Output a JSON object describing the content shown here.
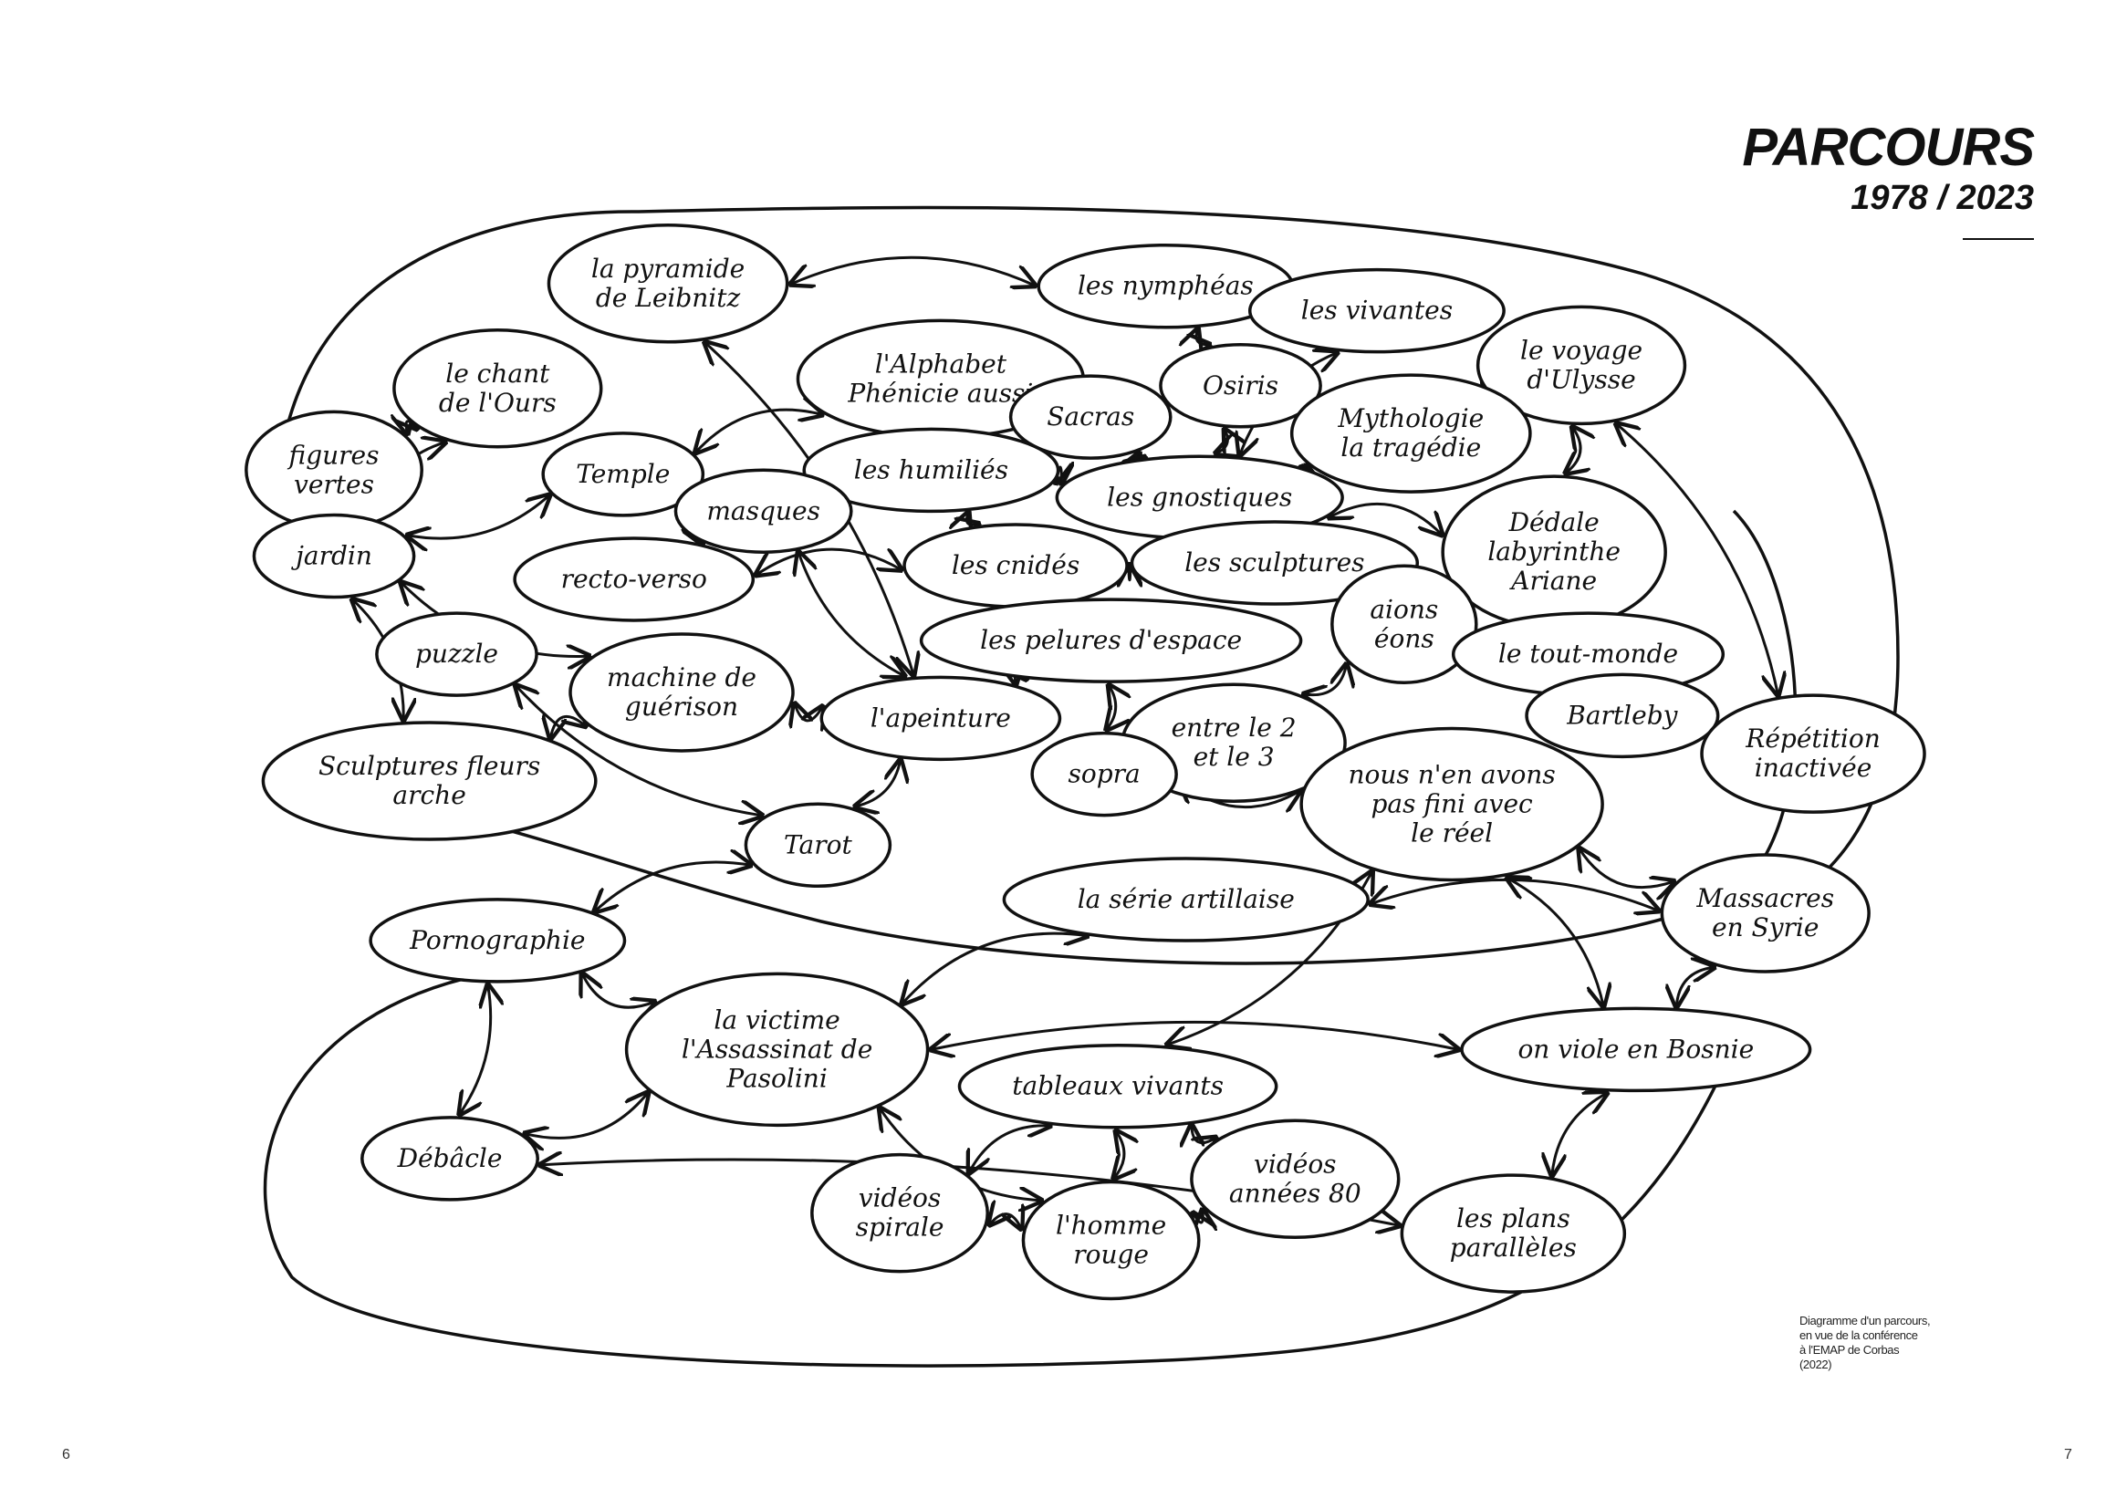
{
  "header": {
    "title": "PARCOURS",
    "years": "1978 / 2023"
  },
  "caption": [
    "Diagramme d'un parcours,",
    "en vue de la conférence",
    "à l'EMAP de Corbas",
    "(2022)"
  ],
  "page_numbers": {
    "left": "6",
    "right": "7"
  },
  "diagram": {
    "nodes": [
      {
        "id": "pyramide",
        "lines": [
          "la pyramide",
          "de Leibnitz"
        ]
      },
      {
        "id": "nympheas",
        "lines": [
          "les nymphéas"
        ]
      },
      {
        "id": "vivantes",
        "lines": [
          "les vivantes"
        ]
      },
      {
        "id": "osiris",
        "lines": [
          "Osiris"
        ]
      },
      {
        "id": "ulysse",
        "lines": [
          "le voyage",
          "d'Ulysse"
        ]
      },
      {
        "id": "ours",
        "lines": [
          "le chant",
          "de l'Ours"
        ]
      },
      {
        "id": "alphabet",
        "lines": [
          "l'Alphabet",
          "Phénicie aussi"
        ]
      },
      {
        "id": "sacras",
        "lines": [
          "Sacras"
        ]
      },
      {
        "id": "mythologie",
        "lines": [
          "Mythologie",
          "la tragédie"
        ]
      },
      {
        "id": "figures",
        "lines": [
          "figures",
          "vertes"
        ]
      },
      {
        "id": "temple",
        "lines": [
          "Temple"
        ]
      },
      {
        "id": "humilies",
        "lines": [
          "les humiliés"
        ]
      },
      {
        "id": "gnostiques",
        "lines": [
          "les gnostiques"
        ]
      },
      {
        "id": "masques",
        "lines": [
          "masques"
        ]
      },
      {
        "id": "dedale",
        "lines": [
          "Dédale",
          "labyrinthe",
          "Ariane"
        ]
      },
      {
        "id": "jardin",
        "lines": [
          "jardin"
        ]
      },
      {
        "id": "recto",
        "lines": [
          "recto-verso"
        ]
      },
      {
        "id": "cnides",
        "lines": [
          "les cnidés"
        ]
      },
      {
        "id": "sculptures",
        "lines": [
          "les sculptures"
        ]
      },
      {
        "id": "eons",
        "lines": [
          "aions",
          "éons"
        ]
      },
      {
        "id": "toutmonde",
        "lines": [
          "le tout-monde"
        ]
      },
      {
        "id": "puzzle",
        "lines": [
          "puzzle"
        ]
      },
      {
        "id": "machine",
        "lines": [
          "machine de",
          "guérison"
        ]
      },
      {
        "id": "pelures",
        "lines": [
          "les pelures d'espace"
        ]
      },
      {
        "id": "apeinture",
        "lines": [
          "l'apeinture"
        ]
      },
      {
        "id": "entre",
        "lines": [
          "entre le 2",
          "et le 3"
        ]
      },
      {
        "id": "bartleby",
        "lines": [
          "Bartleby"
        ]
      },
      {
        "id": "repetition",
        "lines": [
          "Répétition",
          "inactivée"
        ]
      },
      {
        "id": "sculptfleurs",
        "lines": [
          "Sculptures fleurs",
          "arche"
        ]
      },
      {
        "id": "sopra",
        "lines": [
          "sopra"
        ]
      },
      {
        "id": "reel",
        "lines": [
          "nous n'en avons",
          "pas fini avec",
          "le réel"
        ]
      },
      {
        "id": "tarot",
        "lines": [
          "Tarot"
        ]
      },
      {
        "id": "serie",
        "lines": [
          "la série artillaise"
        ]
      },
      {
        "id": "syrie",
        "lines": [
          "Massacres",
          "en Syrie"
        ]
      },
      {
        "id": "porno",
        "lines": [
          "Pornographie"
        ]
      },
      {
        "id": "victime",
        "lines": [
          "la victime",
          "l'Assassinat de",
          "Pasolini"
        ]
      },
      {
        "id": "bosnie",
        "lines": [
          "on viole en Bosnie"
        ]
      },
      {
        "id": "tableaux",
        "lines": [
          "tableaux vivants"
        ]
      },
      {
        "id": "debacle",
        "lines": [
          "Débâcle"
        ]
      },
      {
        "id": "videos80",
        "lines": [
          "vidéos",
          "années 80"
        ]
      },
      {
        "id": "spirale",
        "lines": [
          "vidéos",
          "spirale"
        ]
      },
      {
        "id": "homme",
        "lines": [
          "l'homme",
          "rouge"
        ]
      },
      {
        "id": "plans",
        "lines": [
          "les plans",
          "parallèles"
        ]
      }
    ],
    "edges": [
      [
        "figures",
        "ours"
      ],
      [
        "figures",
        "jardin"
      ],
      [
        "jardin",
        "ours"
      ],
      [
        "jardin",
        "temple"
      ],
      [
        "jardin",
        "sculptfleurs"
      ],
      [
        "jardin",
        "machine"
      ],
      [
        "temple",
        "alphabet"
      ],
      [
        "alphabet",
        "sacras"
      ],
      [
        "pyramide",
        "nympheas"
      ],
      [
        "nympheas",
        "osiris"
      ],
      [
        "osiris",
        "gnostiques"
      ],
      [
        "sacras",
        "gnostiques"
      ],
      [
        "humilies",
        "gnostiques"
      ],
      [
        "gnostiques",
        "mythologie"
      ],
      [
        "gnostiques",
        "dedale"
      ],
      [
        "vivantes",
        "gnostiques"
      ],
      [
        "mythologie",
        "ulysse"
      ],
      [
        "masques",
        "recto"
      ],
      [
        "recto",
        "cnides"
      ],
      [
        "cnides",
        "sculptures"
      ],
      [
        "sculptures",
        "eons"
      ],
      [
        "eons",
        "toutmonde"
      ],
      [
        "eons",
        "entre"
      ],
      [
        "pelures",
        "apeinture"
      ],
      [
        "pelures",
        "sopra"
      ],
      [
        "machine",
        "apeinture"
      ],
      [
        "apeinture",
        "tarot"
      ],
      [
        "masques",
        "apeinture"
      ],
      [
        "entre",
        "reel"
      ],
      [
        "reel",
        "syrie"
      ],
      [
        "reel",
        "bosnie"
      ],
      [
        "syrie",
        "bosnie"
      ],
      [
        "ulysse",
        "repetition"
      ],
      [
        "dedale",
        "ulysse"
      ],
      [
        "sculptfleurs",
        "machine"
      ],
      [
        "puzzle",
        "tarot"
      ],
      [
        "porno",
        "debacle"
      ],
      [
        "porno",
        "victime"
      ],
      [
        "victime",
        "debacle"
      ],
      [
        "victime",
        "homme"
      ],
      [
        "tableaux",
        "homme"
      ],
      [
        "tableaux",
        "videos80"
      ],
      [
        "spirale",
        "homme"
      ],
      [
        "homme",
        "videos80"
      ],
      [
        "spirale",
        "tableaux"
      ],
      [
        "tableaux",
        "reel"
      ],
      [
        "debacle",
        "plans"
      ],
      [
        "bosnie",
        "plans"
      ],
      [
        "serie",
        "syrie"
      ],
      [
        "tarot",
        "porno"
      ],
      [
        "pyramide",
        "apeinture"
      ],
      [
        "humilies",
        "cnides"
      ],
      [
        "cnides",
        "pelures"
      ],
      [
        "sopra",
        "reel"
      ],
      [
        "victime",
        "bosnie"
      ],
      [
        "serie",
        "victime"
      ]
    ]
  }
}
